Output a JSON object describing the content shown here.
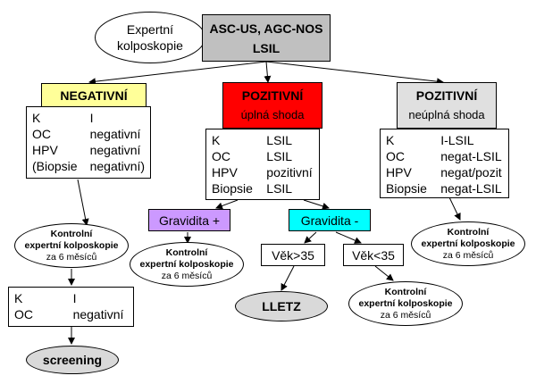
{
  "colors": {
    "top_header_bg": "#c0c0c0",
    "negativni_bg": "#ffff99",
    "pozitivni_bg": "#ff0000",
    "neuplna_bg": "#e0e0e0",
    "gravidita_plus_bg": "#cc99ff",
    "gravidita_minus_bg": "#00ffff",
    "terminal_ellipse_bg": "#d9d9d9"
  },
  "expertni": "Expertní\nkolposkopie",
  "header": {
    "line1": "ASC-US, AGC-NOS",
    "line2": "LSIL"
  },
  "negativni": {
    "label": "NEGATIVNÍ",
    "rows": [
      [
        "K",
        "I"
      ],
      [
        "OC",
        "negativní"
      ],
      [
        "HPV",
        "negativní"
      ],
      [
        "(Biopsie",
        "negativní)"
      ]
    ]
  },
  "pozitivni_upln": {
    "label": "POZITIVNÍ",
    "sublabel": "úplná shoda",
    "rows": [
      [
        "K",
        "LSIL"
      ],
      [
        "OC",
        "LSIL"
      ],
      [
        "HPV",
        "pozitivní"
      ],
      [
        "Biopsie",
        "LSIL"
      ]
    ]
  },
  "pozitivni_neupln": {
    "label": "POZITIVNÍ",
    "sublabel": "neúplná shoda",
    "rows": [
      [
        "K",
        "I-LSIL"
      ],
      [
        "OC",
        "negat-LSIL"
      ],
      [
        "HPV",
        "negat/pozit"
      ],
      [
        "Biopsie",
        "negat-LSIL"
      ]
    ]
  },
  "kontrola": {
    "line1": "Kontrolní",
    "line2": "expertní kolposkopie",
    "line3": "za 6 měsíců"
  },
  "gravidita_plus": "Gravidita +",
  "gravidita_minus": "Gravidita -",
  "vek_over": "Věk>35",
  "vek_under": "Věk<35",
  "lletz": "LLETZ",
  "neg_followup": {
    "rows": [
      [
        "K",
        "I"
      ],
      [
        "OC",
        "negativní"
      ]
    ]
  },
  "screening": "screening"
}
